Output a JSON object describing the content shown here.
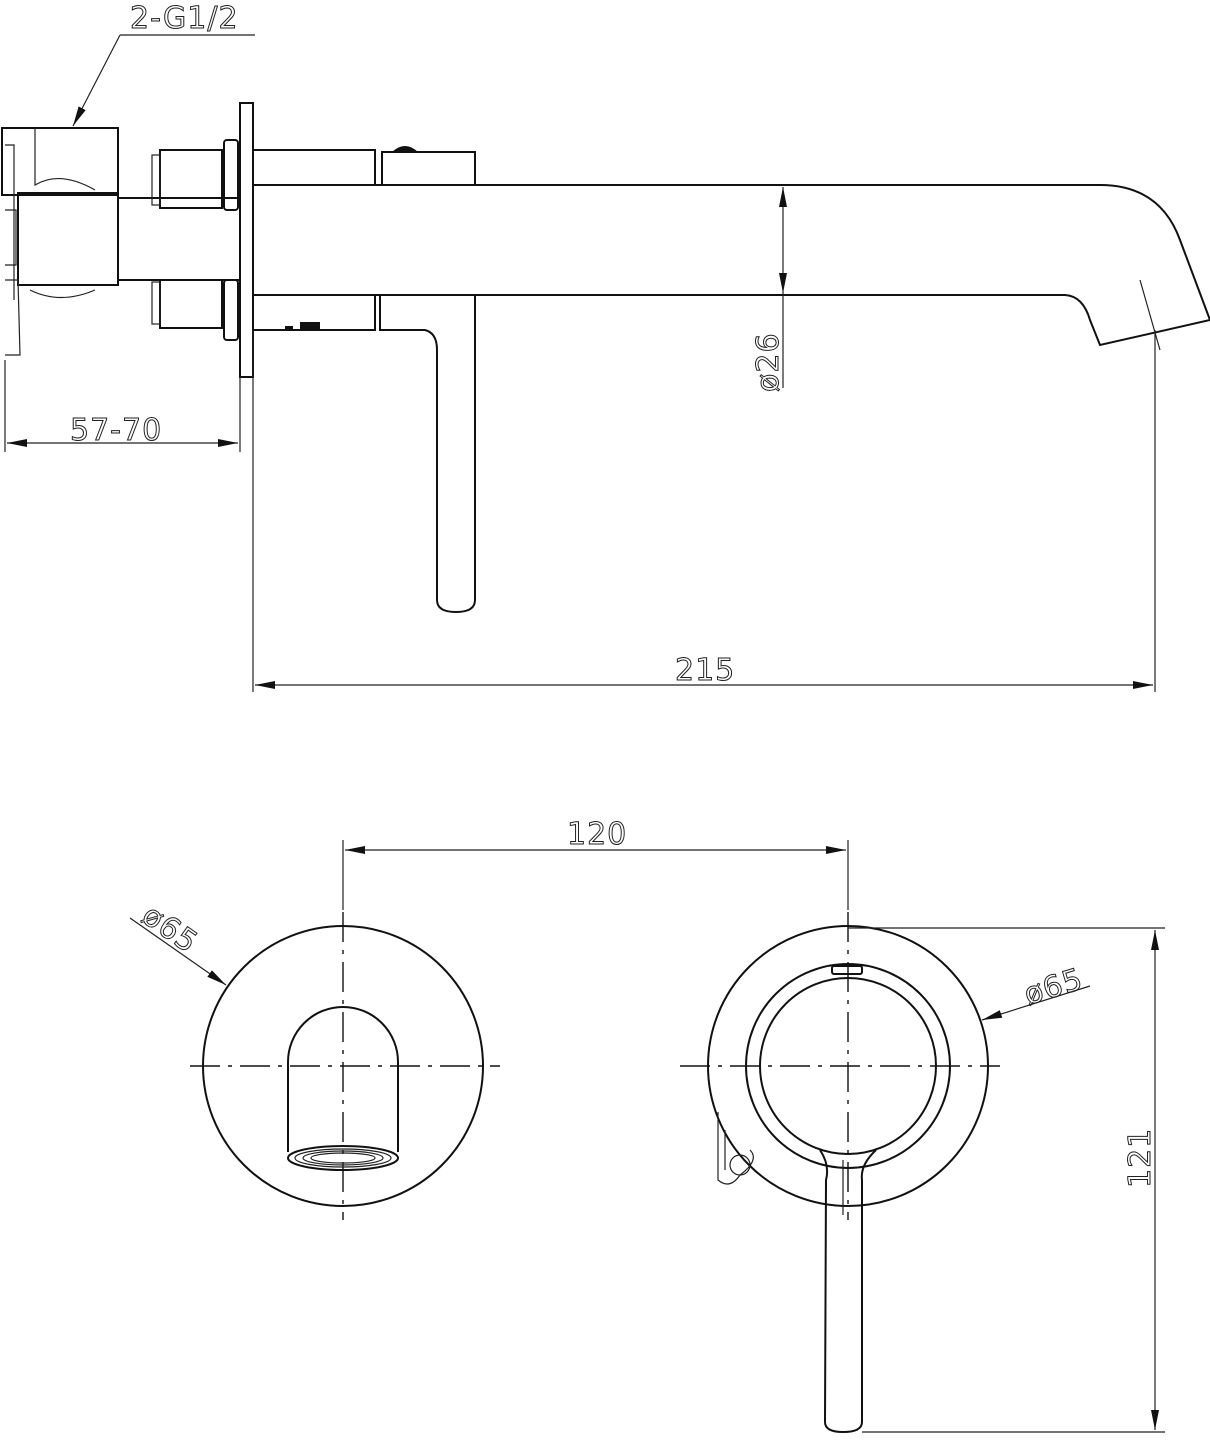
{
  "drawing": {
    "colors": {
      "line": "#111111",
      "background": "#ffffff"
    },
    "side_view": {
      "thread_label": "2-G1/2",
      "wall_depth_label": "57-70",
      "spout_diameter_label": "ø26",
      "spout_length_label": "215"
    },
    "front_view": {
      "spacing_label": "120",
      "spout_plate_diameter_label": "ø65",
      "mixer_plate_diameter_label": "ø65",
      "height_label": "121"
    }
  }
}
